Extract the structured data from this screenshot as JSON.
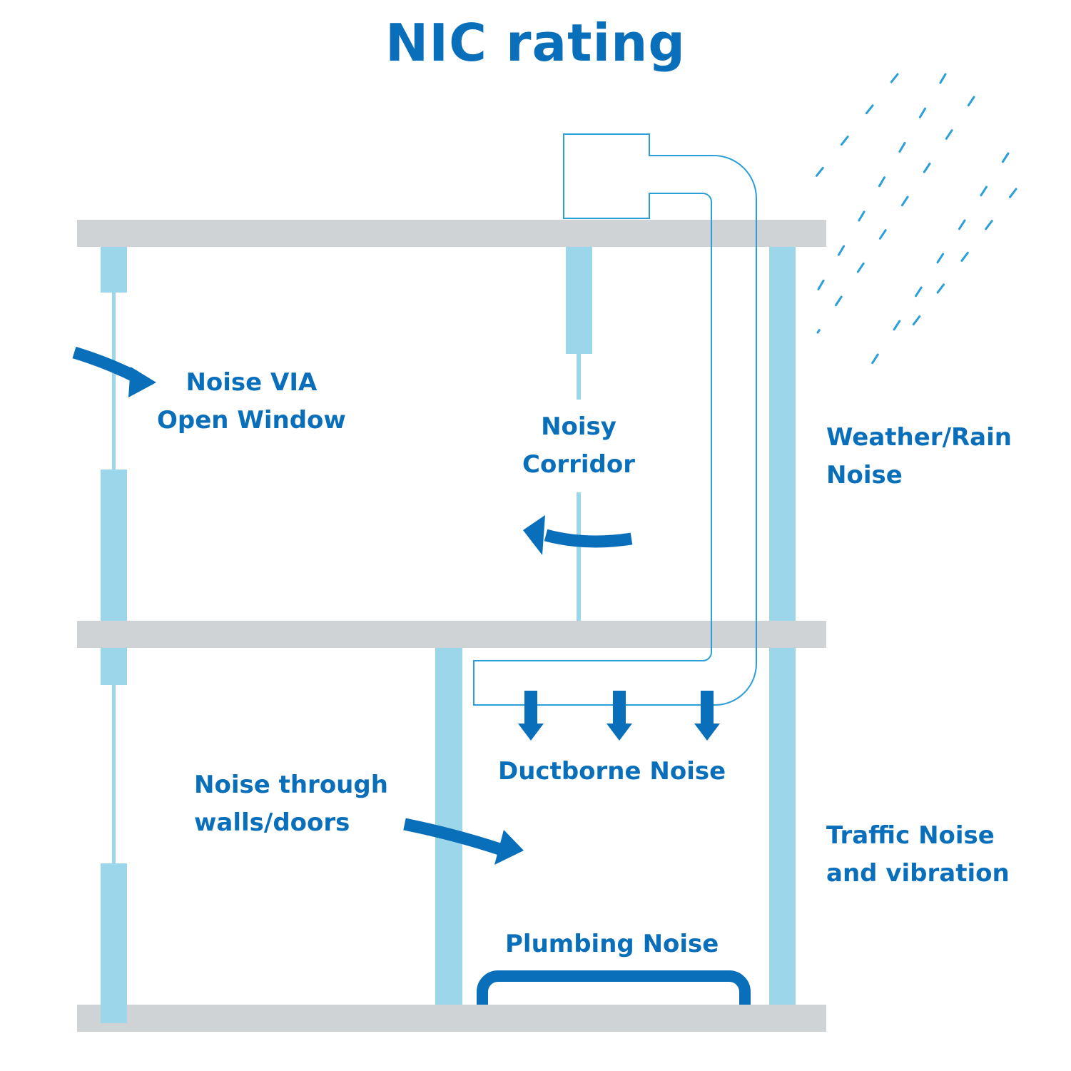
{
  "title": "NIC rating",
  "colors": {
    "brand_blue": "#0a6fba",
    "light_blue": "#9bd6ea",
    "slab_gray": "#d0d3d6",
    "duct_outline": "#2a9fd8"
  },
  "labels": {
    "open_window": [
      "Noise VIA",
      "Open Window"
    ],
    "corridor": [
      "Noisy",
      "Corridor"
    ],
    "weather": [
      "Weather/Rain",
      "Noise"
    ],
    "ductborne": "Ductborne Noise",
    "walls_doors": [
      "Noise through",
      "walls/doors"
    ],
    "traffic": [
      "Traffic Noise",
      "and vibration"
    ],
    "plumbing": "Plumbing Noise"
  }
}
